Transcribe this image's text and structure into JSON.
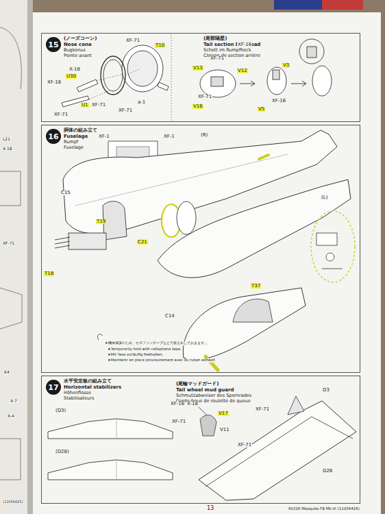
{
  "diagram": {
    "nodes": [
      {
        "text": [
          "(ノーズコーン)",
          "Nose cone",
          "Bugkonus",
          "Pointe avant",
          "(尾部隔壁)",
          "Tail section bulkhead",
          "Schott im Rumpfheck",
          "Cloison de section arrière"
        ]
      },
      {
        "text": [
          "15"
        ],
        "in": 0
      },
      {
        "text": [
          "胴体の組み立て",
          "Fuselage",
          "Rumpf",
          "Fuselage"
        ]
      },
      {
        "text": [
          "16"
        ],
        "in": 2
      },
      {
        "text": [
          "水平安定板の組み立て",
          "Horizontal stabilizers",
          "Höhenflosse",
          "Stabilisateurs",
          "(尾輪マッドガード)",
          "Tail wheel mud guard",
          "Schmutzabweiser des Spornrades",
          "Garde-boue de roulette de queue"
        ]
      },
      {
        "text": [
          "17"
        ],
        "in": 4
      }
    ],
    "labels": [
      "L21",
      "X-18",
      "XF-71",
      "K4",
      "X-7",
      "X-4",
      "(11056425)",
      "XF-71",
      "T10",
      "X-18",
      "XF-16",
      "U30",
      "U1",
      "XF-71",
      "XF-71",
      "XF-71",
      "a-1",
      "XF-16",
      "XF-71",
      "V13",
      "V12",
      "XF-71",
      "V16",
      "V3",
      "XF-16",
      "V5",
      "XF-1",
      "XF-1",
      "(R)",
      "(L)",
      "C15",
      "T19",
      "C21",
      "T18",
      "C14",
      "T37",
      "★機体保護のため、セロファンテープなどで仮止めしておきます。",
      "★Temporarily hold with cellophane tape.",
      "★Mit Tesa vorläufig festhalten.",
      "★Maintenir en place provisoirement avec du ruban adhésif.",
      "XF-16",
      "X-18",
      "V17",
      "XF-71",
      "V11",
      "(D3)",
      "(D28)",
      "D3",
      "XF-71",
      "XF-71",
      "D28",
      "13",
      "60326 Mosquito FB Mk.VI (11056426)"
    ]
  }
}
